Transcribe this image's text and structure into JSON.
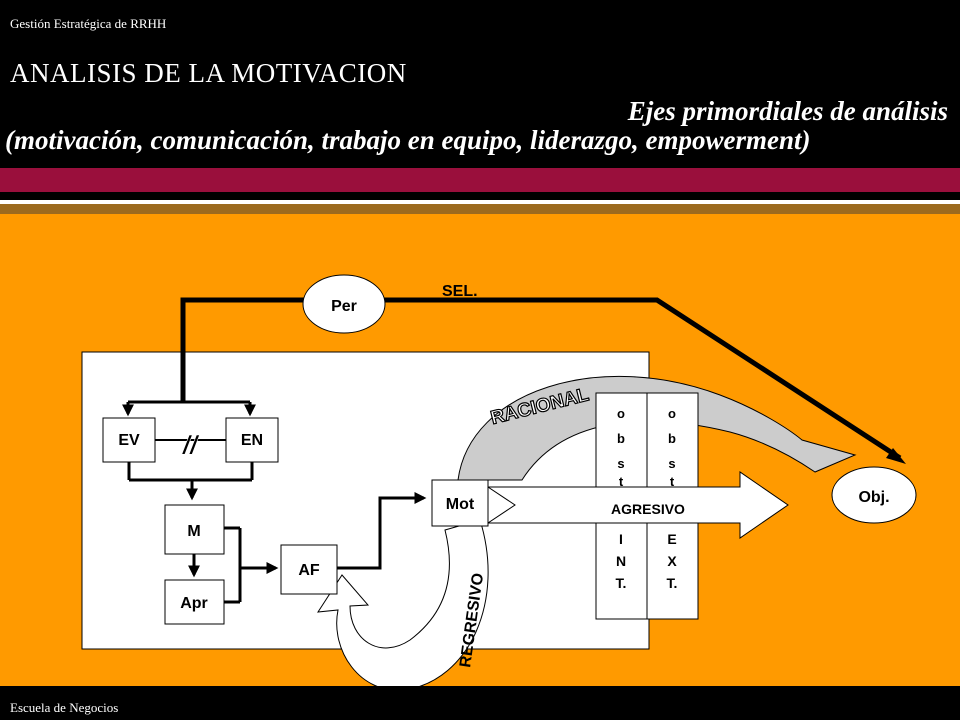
{
  "header": {
    "top_label": "Gestión Estratégica de RRHH",
    "title": "ANALISIS  DE LA MOTIVACION",
    "subtitle_line1": "Ejes primordiales de análisis",
    "subtitle_line2": "(motivación, comunicación, trabajo en equipo, liderazgo, empowerment)"
  },
  "footer": {
    "label": "Escuela de Negocios"
  },
  "diagram": {
    "per": "Per",
    "sel": "SEL.",
    "ev": "EV",
    "en": "EN",
    "separator": "//",
    "m": "M",
    "apr": "Apr",
    "af": "AF",
    "mot": "Mot",
    "obj": "Obj.",
    "racional": "RACIONAL",
    "agresivo": "AGRESIVO",
    "regresivo": "REGRESIVO",
    "obst_letters": [
      "o",
      "b",
      "s",
      "t"
    ],
    "int_letters": [
      "I",
      "N",
      "T."
    ],
    "ext_letters": [
      "E",
      "X",
      "T."
    ]
  },
  "colors": {
    "background": "#000000",
    "canvas": "#ff9a00",
    "band_red": "#9a0f3c",
    "band_brown": "#9c6a1e",
    "arrow_gray": "#cccccc"
  }
}
